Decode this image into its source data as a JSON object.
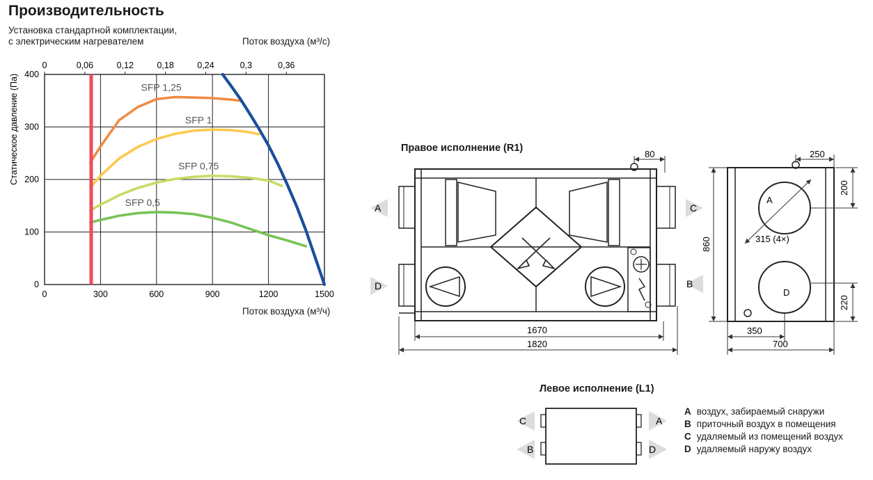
{
  "page": {
    "title": "Производительность",
    "subtitle_line1": "Установка стандартной комплектации,",
    "subtitle_line2": "с электрическим нагревателем"
  },
  "chart_data": {
    "type": "line",
    "xlabel_bottom": "Поток воздуха (м³/ч)",
    "xlabel_top": "Поток воздуха (м³/с)",
    "ylabel": "Статическое давление (Па)",
    "xlim": [
      0,
      1500
    ],
    "ylim": [
      0,
      400
    ],
    "x_ticks": [
      0,
      300,
      600,
      900,
      1200,
      1500
    ],
    "x_tick_labels": [
      "0",
      "300",
      "600",
      "900",
      "1200",
      "1500"
    ],
    "y_ticks": [
      0,
      100,
      200,
      300,
      400
    ],
    "y_tick_labels": [
      "0",
      "100",
      "200",
      "300",
      "400"
    ],
    "top_ticks": [
      0,
      0.06,
      0.12,
      0.18,
      0.24,
      0.3,
      0.36
    ],
    "top_tick_labels": [
      "0",
      "0,06",
      "0,12",
      "0,18",
      "0,24",
      "0,3",
      "0,36"
    ],
    "grid": true,
    "series": [
      {
        "name": "SFP 1,25",
        "color": "#ef8c43",
        "x": [
          245,
          300,
          400,
          500,
          600,
          700,
          800,
          900,
          1000,
          1050
        ],
        "y": [
          232,
          263,
          313,
          338,
          353,
          357,
          356,
          355,
          352,
          350
        ]
      },
      {
        "name": "SFP 1",
        "color": "#fdc94e",
        "x": [
          245,
          300,
          400,
          500,
          600,
          700,
          800,
          900,
          1000,
          1100,
          1150
        ],
        "y": [
          185,
          207,
          240,
          262,
          277,
          287,
          293,
          295,
          294,
          290,
          286
        ]
      },
      {
        "name": "SFP 0,75",
        "color": "#c6dc63",
        "x": [
          245,
          300,
          400,
          500,
          600,
          700,
          800,
          900,
          1000,
          1100,
          1200,
          1270
        ],
        "y": [
          141,
          152,
          170,
          184,
          194,
          201,
          205,
          207,
          206,
          203,
          198,
          188
        ]
      },
      {
        "name": "SFP 0,5",
        "color": "#78c257",
        "x": [
          245,
          300,
          400,
          500,
          600,
          700,
          800,
          900,
          1000,
          1100,
          1200,
          1300,
          1400
        ],
        "y": [
          118,
          123,
          131,
          136,
          138,
          137,
          134,
          127,
          118,
          106,
          94,
          84,
          73
        ]
      },
      {
        "name": "",
        "color": "#1a4f9c",
        "x": [
          955,
          1000,
          1050,
          1100,
          1150,
          1200,
          1250,
          1300,
          1350,
          1400,
          1450,
          1500
        ],
        "y": [
          400,
          378,
          353,
          325,
          296,
          265,
          230,
          191,
          150,
          104,
          52,
          0
        ]
      }
    ],
    "limit_line": {
      "x": 250,
      "color": "#ef4a5e"
    }
  },
  "drawing": {
    "r1_title": "Правое исполнение (R1)",
    "l1_title": "Левое исполнение (L1)",
    "dims": {
      "d80": "80",
      "d1670": "1670",
      "d1820": "1820",
      "d250": "250",
      "d200": "200",
      "d860": "860",
      "d220": "220",
      "d315": "315 (4×)",
      "d350": "350",
      "d700": "700"
    },
    "ports": {
      "a": "A",
      "b": "B",
      "c": "C",
      "d": "D"
    },
    "legend": [
      {
        "letter": "A",
        "text": "воздух, забираемый снаружи"
      },
      {
        "letter": "B",
        "text": "приточный воздух в помещения"
      },
      {
        "letter": "C",
        "text": "удаляемый из помещений воздух"
      },
      {
        "letter": "D",
        "text": "удаляемый наружу воздух"
      }
    ]
  }
}
